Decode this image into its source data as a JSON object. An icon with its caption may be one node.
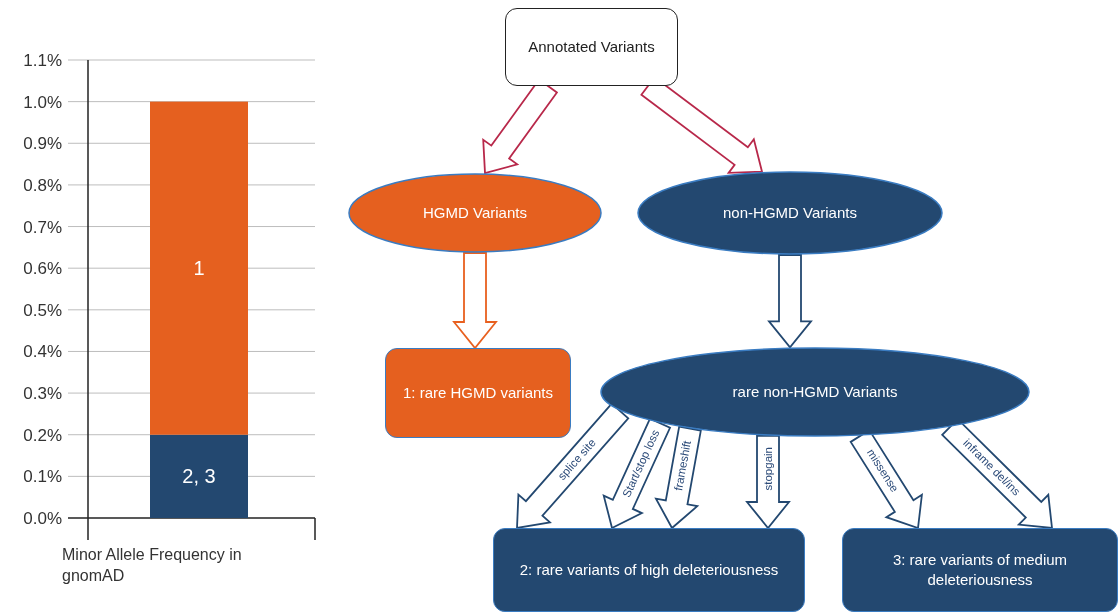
{
  "diagram": {
    "nodes": [
      {
        "text": [
          "Annotated Variants"
        ]
      },
      {
        "text": [
          "HGMD Variants"
        ]
      },
      {
        "text": [
          "non-HGMD Variants"
        ]
      },
      {
        "text": [
          "1: rare HGMD variants"
        ]
      },
      {
        "text": [
          "rare non-HGMD Variants"
        ]
      },
      {
        "text": [
          "2: rare variants of high deleteriousness"
        ]
      },
      {
        "text": [
          "3: rare variants of medium deleteriousness"
        ]
      }
    ],
    "edges": [
      {
        "from": 0,
        "to": 1,
        "arrow": "to",
        "color": "#b8284a"
      },
      {
        "from": 0,
        "to": 2,
        "arrow": "to",
        "color": "#b8284a"
      },
      {
        "from": 1,
        "to": 3,
        "arrow": "to",
        "color": "#e8601f"
      },
      {
        "from": 2,
        "to": 4,
        "arrow": "to"
      },
      {
        "from": 4,
        "to": 5,
        "arrow": "to",
        "label": "splice site"
      },
      {
        "from": 4,
        "to": 5,
        "arrow": "to",
        "label": "Start/stop loss"
      },
      {
        "from": 4,
        "to": 5,
        "arrow": "to",
        "label": "frameshift"
      },
      {
        "from": 4,
        "to": 5,
        "arrow": "to",
        "label": "stopgain"
      },
      {
        "from": 4,
        "to": 6,
        "arrow": "to",
        "label": "missense"
      },
      {
        "from": 4,
        "to": 6,
        "arrow": "to",
        "label": "inframe del/ins"
      }
    ],
    "chart_data": {
      "type": "bar",
      "stacked": true,
      "xlabel": "Minor Allele Frequency in gnomAD",
      "categories": [
        null
      ],
      "grid": true,
      "series": [
        {
          "name": "2, 3",
          "color": "#234870",
          "values": [
            0.2
          ]
        },
        {
          "name": "1",
          "color": "#e5601f",
          "values": [
            0.8
          ]
        }
      ],
      "ylim": [
        0,
        1.1
      ],
      "yticks": [
        {
          "value": 0,
          "label": "0.0%"
        },
        {
          "value": 0.1,
          "label": "0.1%"
        },
        {
          "value": 0.2,
          "label": "0.2%"
        },
        {
          "value": 0.3,
          "label": "0.3%"
        },
        {
          "value": 0.4,
          "label": "0.4%"
        },
        {
          "value": 0.5,
          "label": "0.5%"
        },
        {
          "value": 0.6,
          "label": "0.6%"
        },
        {
          "value": 0.7,
          "label": "0.7%"
        },
        {
          "value": 0.8,
          "label": "0.8%"
        },
        {
          "value": 0.9,
          "label": "0.9%"
        },
        {
          "value": 1.0,
          "label": "1.0%"
        },
        {
          "value": 1.1,
          "label": "1.1%"
        }
      ]
    }
  }
}
